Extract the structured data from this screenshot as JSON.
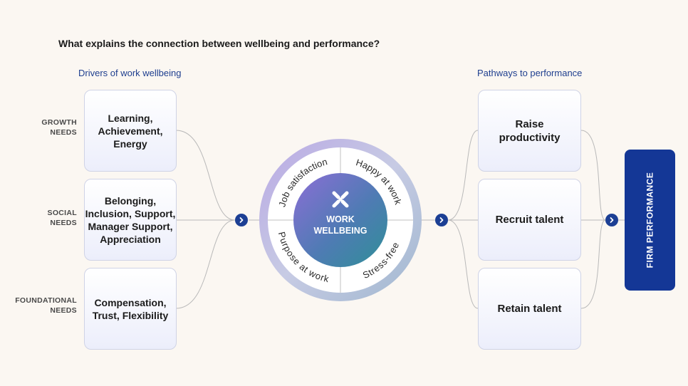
{
  "title": "What explains the connection between wellbeing and performance?",
  "left_header": "Drivers of work wellbeing",
  "right_header": "Pathways to performance",
  "needs": [
    {
      "label": "GROWTH\nNEEDS",
      "card": "Learning,\nAchievement,\nEnergy"
    },
    {
      "label": "SOCIAL\nNEEDS",
      "card": "Belonging,\nInclusion, Support,\nManager Support,\nAppreciation"
    },
    {
      "label": "FOUNDATIONAL\nNEEDS",
      "card": "Compensation,\nTrust, Flexibility"
    }
  ],
  "center": {
    "core_line1": "WORK",
    "core_line2": "WELLBEING",
    "quadrants": [
      "Job satisfaction",
      "Happy at work",
      "Stress-free",
      "Purpose at work"
    ]
  },
  "pathways": [
    "Raise\nproductivity",
    "Recruit talent",
    "Retain talent"
  ],
  "outcome": "FIRM PERFORMANCE",
  "colors": {
    "accent": "#1c3f94",
    "outcome_box": "#143796",
    "header_text": "#1f3f8f",
    "background": "#fbf7f2"
  },
  "icons": [
    "chevron-right-icon",
    "cross-logo-icon"
  ]
}
